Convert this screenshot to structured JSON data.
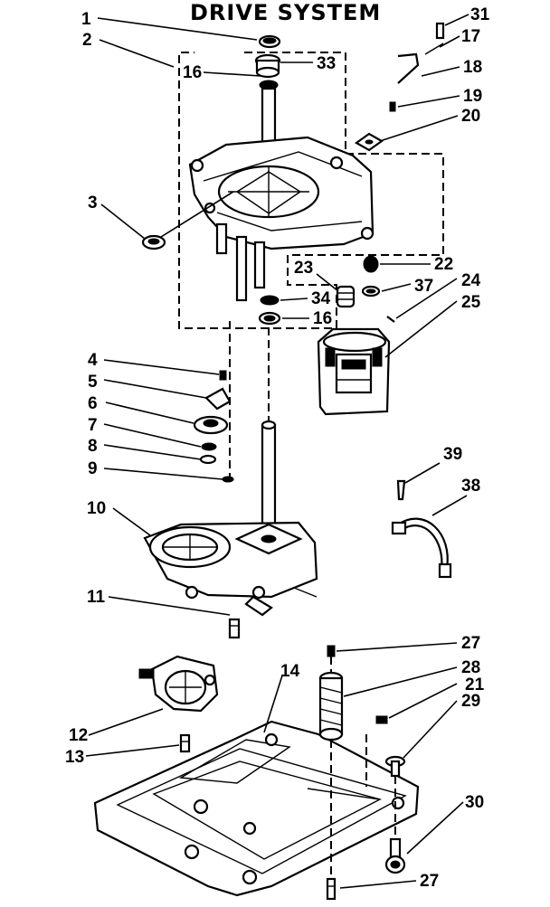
{
  "title": "DRIVE SYSTEM",
  "callouts": {
    "c1": "1",
    "c2": "2",
    "c3": "3",
    "c4": "4",
    "c5": "5",
    "c6": "6",
    "c7": "7",
    "c8": "8",
    "c9": "9",
    "c10": "10",
    "c11": "11",
    "c12": "12",
    "c13": "13",
    "c14": "14",
    "c16a": "16",
    "c16b": "16",
    "c17": "17",
    "c18": "18",
    "c19": "19",
    "c20": "20",
    "c21": "21",
    "c22": "22",
    "c23": "23",
    "c24": "24",
    "c25": "25",
    "c27a": "27",
    "c27b": "27",
    "c28": "28",
    "c29": "29",
    "c30": "30",
    "c31": "31",
    "c33": "33",
    "c34": "34",
    "c37": "37",
    "c38": "38",
    "c39": "39"
  }
}
